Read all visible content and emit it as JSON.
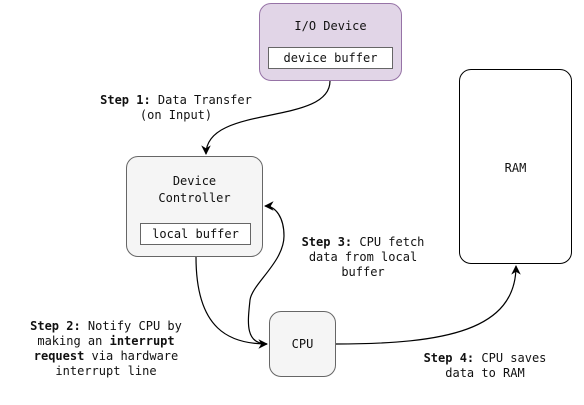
{
  "nodes": {
    "io_device": {
      "title": "I/O Device",
      "buffer": "device buffer"
    },
    "controller": {
      "title_line1": "Device",
      "title_line2": "Controller",
      "buffer": "local buffer"
    },
    "ram": {
      "title": "RAM"
    },
    "cpu": {
      "title": "CPU"
    }
  },
  "steps": {
    "step1": {
      "prefix": "Step 1:",
      "line1": " Data Transfer",
      "line2": "(on Input)"
    },
    "step2": {
      "prefix": "Step 2:",
      "line1": " Notify CPU by",
      "line2_pre": "making an ",
      "line2_bold": "interrupt",
      "line3_bold": "request",
      "line3_post": " via hardware",
      "line4": "interrupt line"
    },
    "step3": {
      "prefix": "Step 3:",
      "line1": " CPU fetch",
      "line2": "data from local",
      "line3": "buffer"
    },
    "step4": {
      "prefix": "Step 4:",
      "line1": " CPU saves",
      "line2": "data to RAM"
    }
  },
  "colors": {
    "io_fill": "#e1d5e7",
    "io_stroke": "#9673a6",
    "gray_fill": "#f5f5f5",
    "gray_stroke": "#666666",
    "edge": "#000000"
  }
}
